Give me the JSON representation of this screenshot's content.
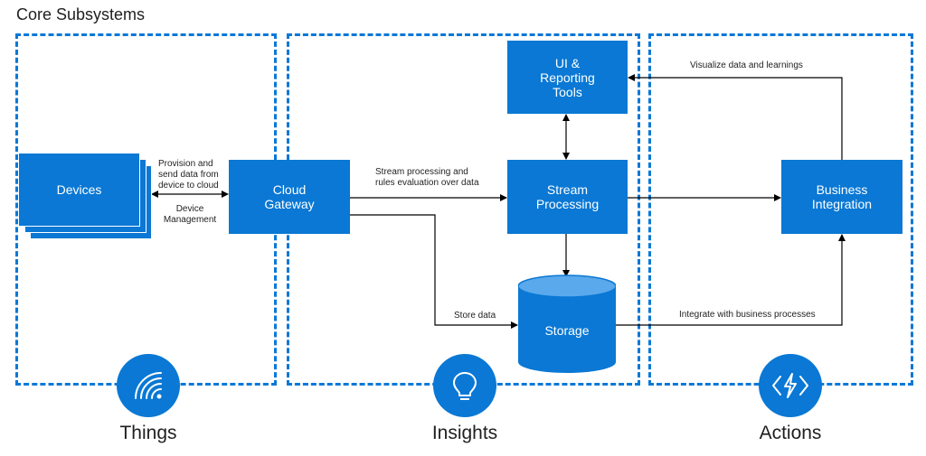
{
  "title": "Core Subsystems",
  "nodes": {
    "devices": "Devices",
    "cloud_gateway": "Cloud\nGateway",
    "ui_reporting": "UI &\nReporting\nTools",
    "stream_processing": "Stream\nProcessing",
    "storage": "Storage",
    "business_integration": "Business\nIntegration"
  },
  "edges": {
    "provision": "Provision and\nsend data from\ndevice to cloud",
    "device_management": "Device\nManagement",
    "stream_rules": "Stream processing  and\nrules evaluation over data",
    "store_data": "Store data",
    "visualize": "Visualize data and learnings",
    "integrate": "Integrate with business processes"
  },
  "categories": {
    "things": "Things",
    "insights": "Insights",
    "actions": "Actions"
  },
  "icons": {
    "things": "wireless-signal-icon",
    "insights": "lightbulb-icon",
    "actions": "lightning-code-icon"
  },
  "colors": {
    "box": "#0a78d4",
    "border": "#0a78d7",
    "storage_top": "#5aa9ec"
  }
}
